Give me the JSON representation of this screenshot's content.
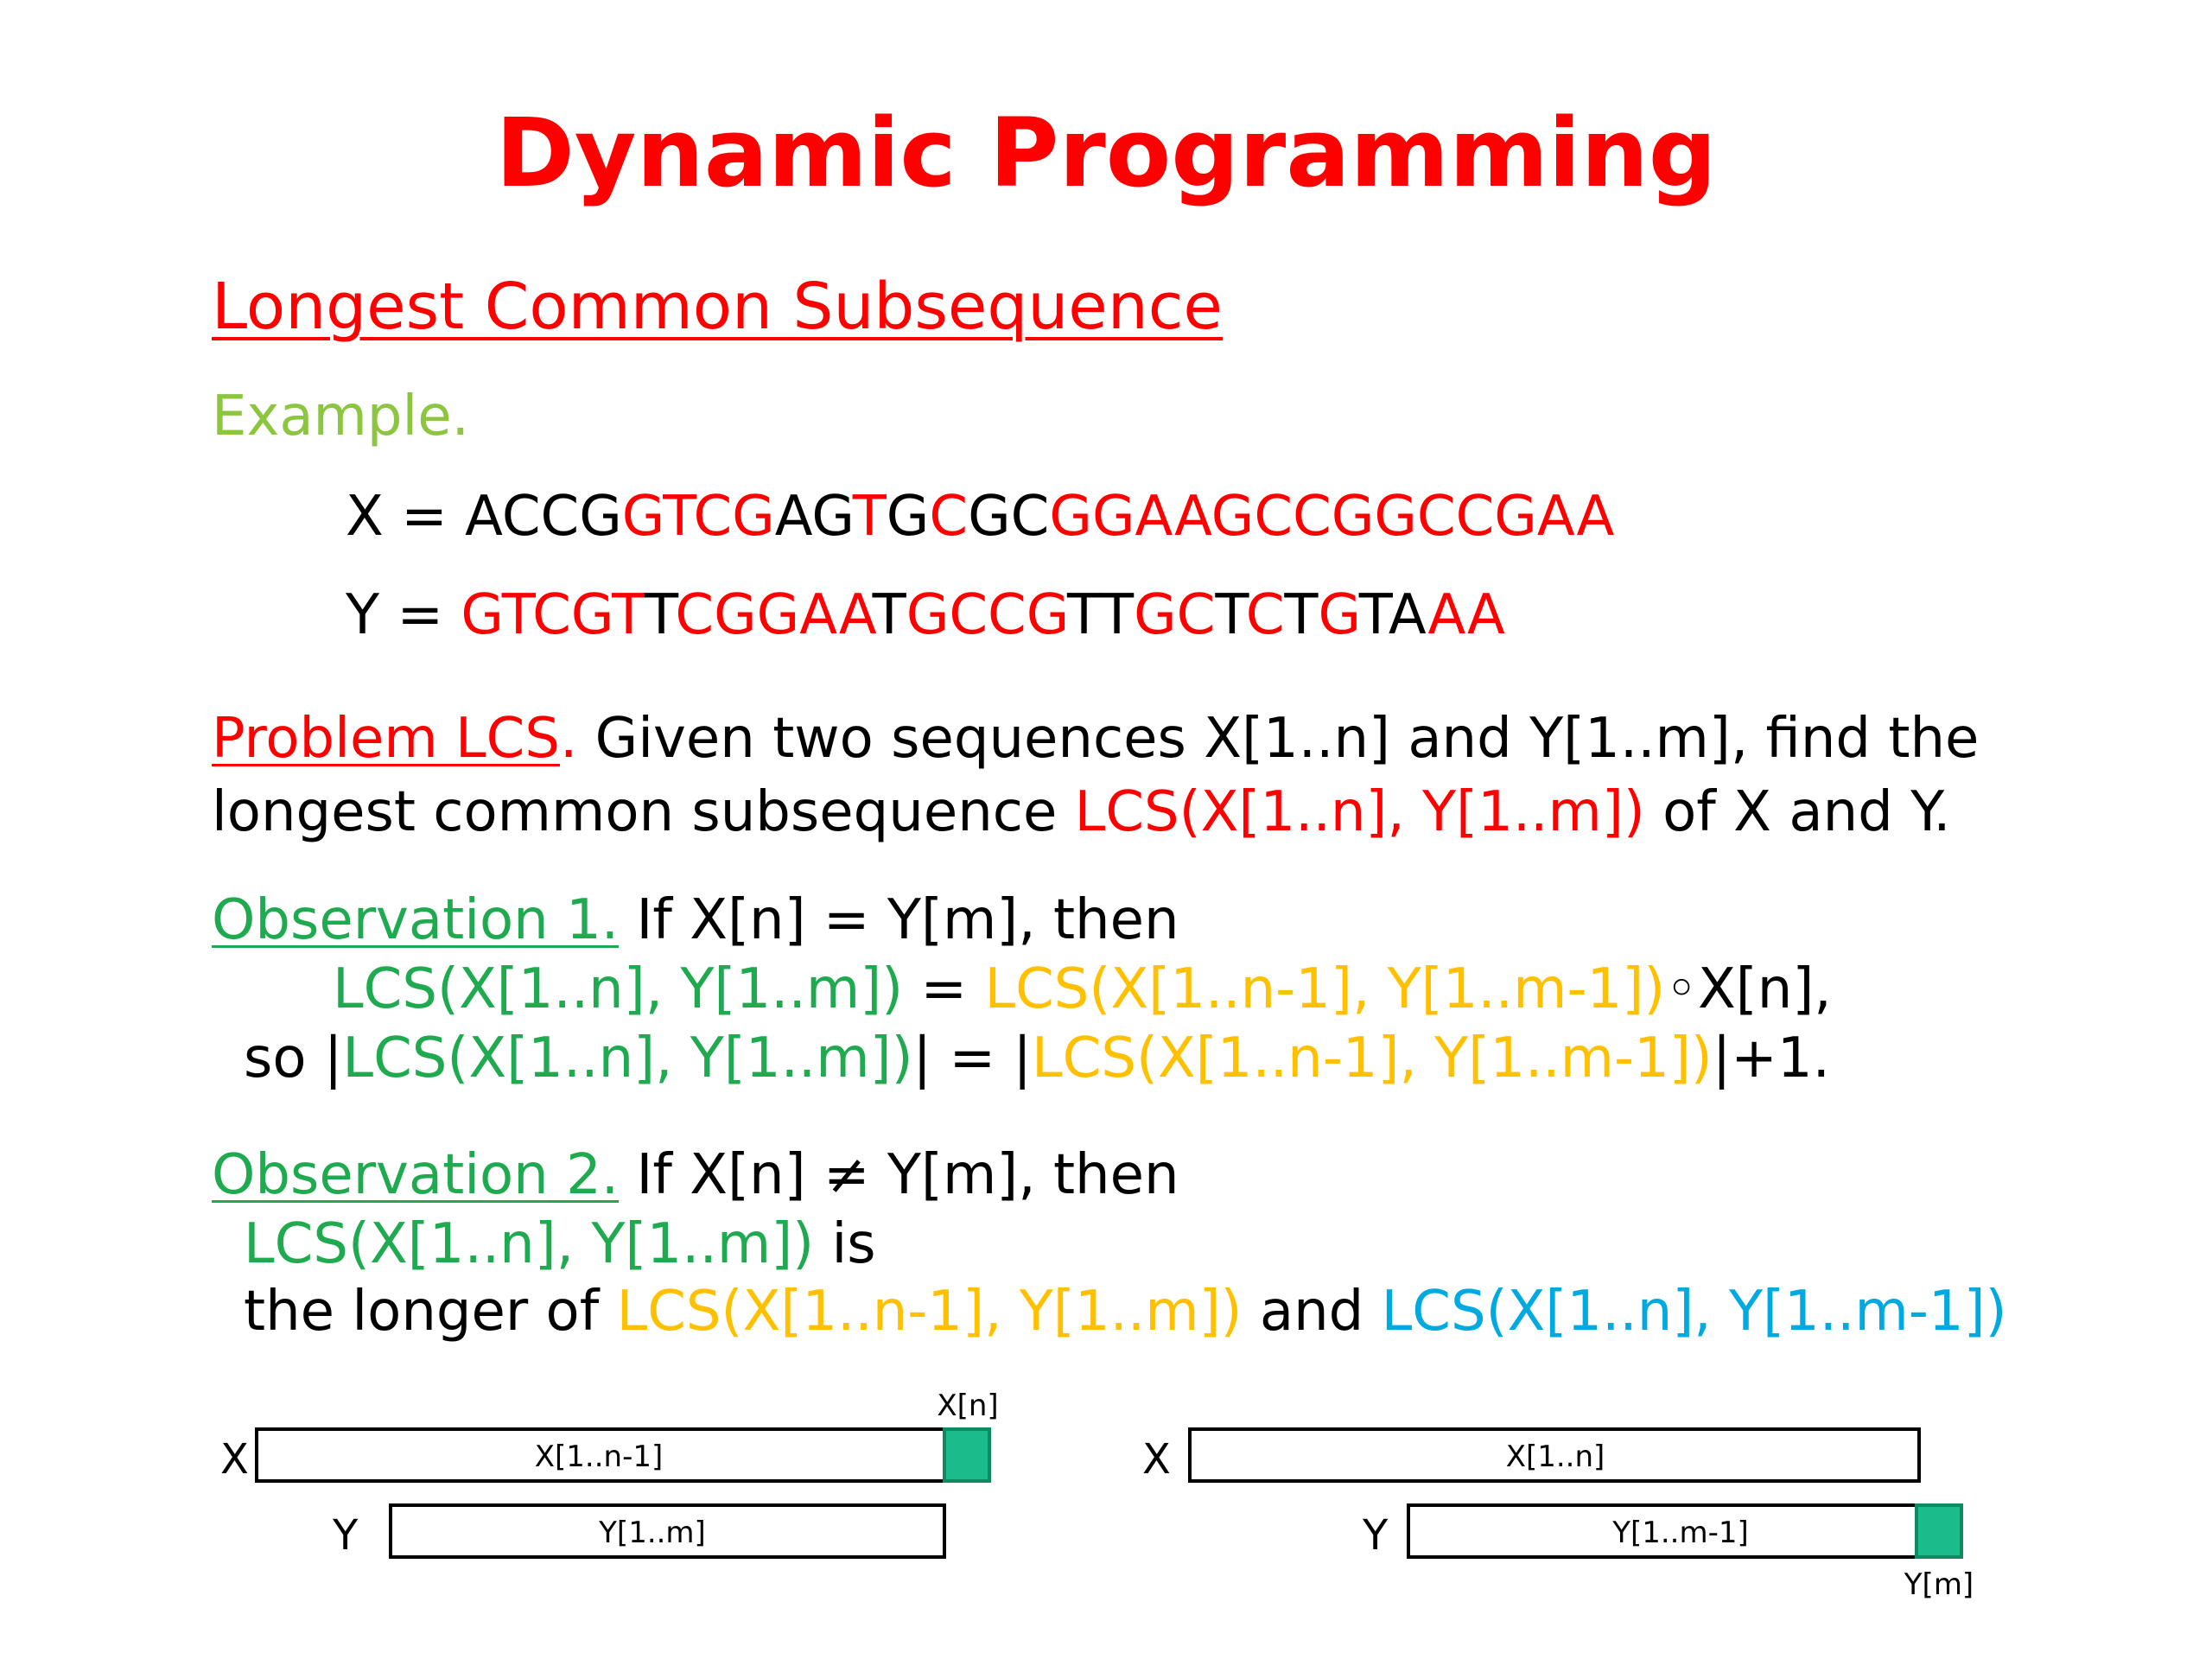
{
  "title": "Dynamic Programming",
  "subtitle": "Longest Common Subsequence",
  "example_label": "Example.",
  "colors": {
    "red": "#ff0000",
    "green": "#1faa50",
    "lime": "#8cc63f",
    "orange": "#ffc000",
    "blue": "#00a9e0",
    "black": "#000000",
    "teal": "#1abc8c"
  },
  "seq_x": [
    {
      "t": "X = ACCG",
      "c": "black"
    },
    {
      "t": "GTCG",
      "c": "red"
    },
    {
      "t": "AG",
      "c": "black"
    },
    {
      "t": "T",
      "c": "red"
    },
    {
      "t": "G",
      "c": "black"
    },
    {
      "t": "C",
      "c": "red"
    },
    {
      "t": "GC",
      "c": "black"
    },
    {
      "t": "GGAAGCCGGCCGAA",
      "c": "red"
    }
  ],
  "seq_y": [
    {
      "t": "Y = ",
      "c": "black"
    },
    {
      "t": "GTCGT",
      "c": "red"
    },
    {
      "t": "T",
      "c": "black"
    },
    {
      "t": "CGGAA",
      "c": "red"
    },
    {
      "t": "T",
      "c": "black"
    },
    {
      "t": "GCCG",
      "c": "red"
    },
    {
      "t": "TT",
      "c": "black"
    },
    {
      "t": "GC",
      "c": "red"
    },
    {
      "t": "T",
      "c": "black"
    },
    {
      "t": "C",
      "c": "red"
    },
    {
      "t": "T",
      "c": "black"
    },
    {
      "t": "G",
      "c": "red"
    },
    {
      "t": "TA",
      "c": "black"
    },
    {
      "t": "AA",
      "c": "red"
    }
  ],
  "problem_l1": [
    {
      "t": "Problem LCS",
      "c": "red",
      "u": true
    },
    {
      "t": ".",
      "c": "red"
    },
    {
      "t": " Given two sequences X[1..n] and Y[1..m], find the",
      "c": "black"
    }
  ],
  "problem_l2": [
    {
      "t": "longest common subsequence ",
      "c": "black"
    },
    {
      "t": "LCS(X[1..n], Y[1..m])",
      "c": "red"
    },
    {
      "t": " of X and Y.",
      "c": "black"
    }
  ],
  "obs1_l1": [
    {
      "t": "Observation 1.",
      "c": "green",
      "u": true
    },
    {
      "t": " If X[n] = Y[m], then",
      "c": "black"
    }
  ],
  "obs1_l2": [
    {
      "t": "LCS(X[1..n], Y[1..m])",
      "c": "green"
    },
    {
      "t": " = ",
      "c": "black"
    },
    {
      "t": "LCS(X[1..n-1], Y[1..m-1])",
      "c": "orange"
    },
    {
      "t": "◦X[n],",
      "c": "black"
    }
  ],
  "obs1_l3": [
    {
      "t": "so |",
      "c": "black"
    },
    {
      "t": "LCS(X[1..n], Y[1..m])",
      "c": "green"
    },
    {
      "t": "| = |",
      "c": "black"
    },
    {
      "t": "LCS(X[1..n-1], Y[1..m-1])",
      "c": "orange"
    },
    {
      "t": "|+1.",
      "c": "black"
    }
  ],
  "obs2_l1": [
    {
      "t": "Observation 2.",
      "c": "green",
      "u": true
    },
    {
      "t": " If X[n] ≠ Y[m], then",
      "c": "black"
    }
  ],
  "obs2_l2": [
    {
      "t": "LCS(X[1..n], Y[1..m])",
      "c": "green"
    },
    {
      "t": " is",
      "c": "black"
    }
  ],
  "obs2_l3": [
    {
      "t": "the longer of ",
      "c": "black"
    },
    {
      "t": "LCS(X[1..n-1], Y[1..m])",
      "c": "orange"
    },
    {
      "t": " and ",
      "c": "black"
    },
    {
      "t": "LCS(X[1..n], Y[1..m-1])",
      "c": "blue"
    }
  ],
  "diagram1": {
    "x_label": "X",
    "y_label": "Y",
    "x_bar_label": "X[1..n-1]",
    "y_bar_label": "Y[1..m]",
    "end_label": "X[n]"
  },
  "diagram2": {
    "x_label": "X",
    "y_label": "Y",
    "x_bar_label": "X[1..n]",
    "y_bar_label": "Y[1..m-1]",
    "end_label": "Y[m]"
  }
}
